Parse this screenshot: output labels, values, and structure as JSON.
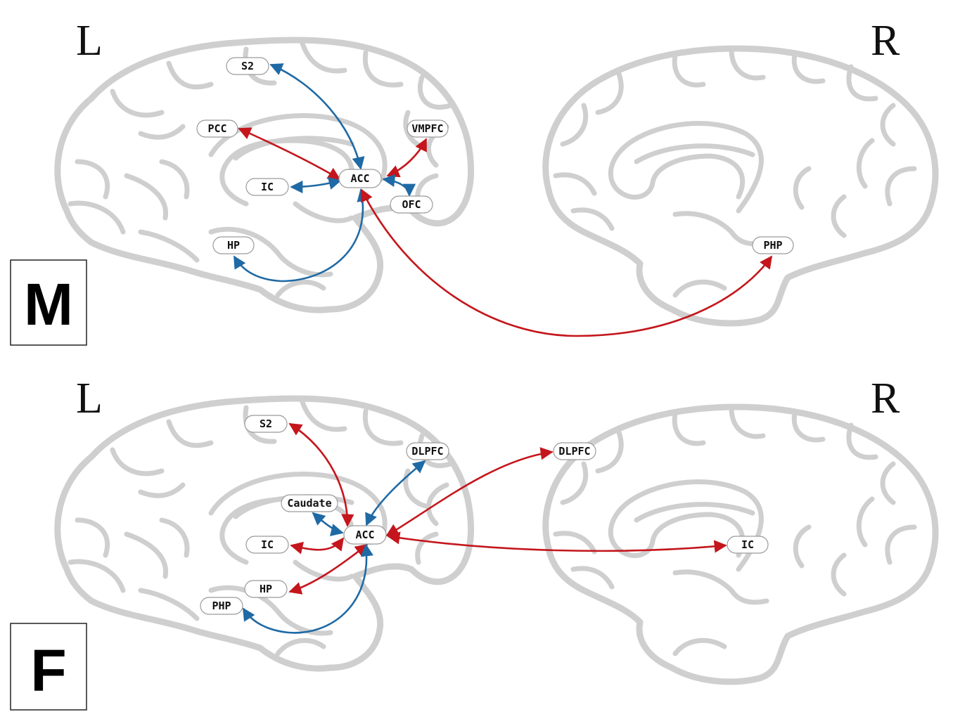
{
  "panels": [
    {
      "letter": "M",
      "left_label": "L",
      "right_label": "R",
      "nodes": {
        "s2": "S2",
        "pcc": "PCC",
        "vmpfc": "VMPFC",
        "acc": "ACC",
        "ic": "IC",
        "ofc": "OFC",
        "hp": "HP",
        "php_r": "PHP"
      }
    },
    {
      "letter": "F",
      "left_label": "L",
      "right_label": "R",
      "nodes": {
        "s2": "S2",
        "dlpfc_l": "DLPFC",
        "dlpfc_r": "DLPFC",
        "caudate": "Caudate",
        "acc": "ACC",
        "ic_l": "IC",
        "ic_r": "IC",
        "hp": "HP",
        "php": "PHP"
      }
    }
  ],
  "colors": {
    "positive_connection": "#c4161c",
    "negative_connection": "#1f6aa5",
    "brain_outline": "#cfcfcf"
  }
}
